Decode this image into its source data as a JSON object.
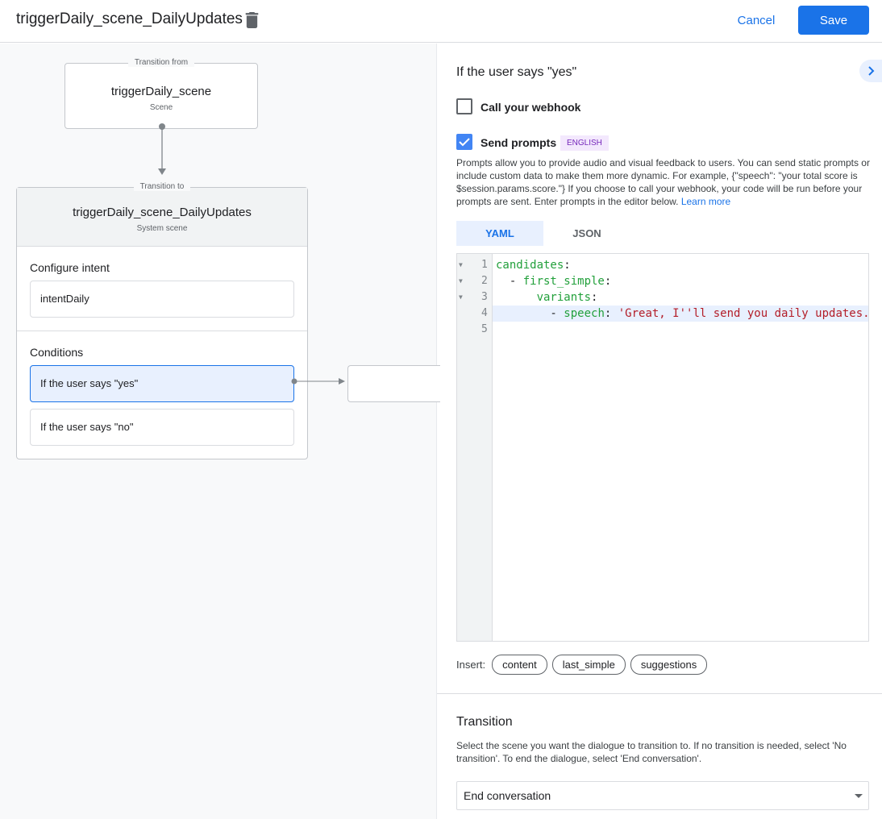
{
  "header": {
    "title": "triggerDaily_scene_DailyUpdates",
    "cancel": "Cancel",
    "save": "Save"
  },
  "canvas": {
    "from": {
      "legend": "Transition from",
      "name": "triggerDaily_scene",
      "type": "Scene"
    },
    "to": {
      "legend": "Transition to",
      "name": "triggerDaily_scene_DailyUpdates",
      "type": "System scene",
      "intent_label": "Configure intent",
      "intent": "intentDaily",
      "conditions_label": "Conditions",
      "conditions": [
        "If the user says \"yes\"",
        "If the user says \"no\""
      ]
    }
  },
  "panel": {
    "heading": "If the user says \"yes\"",
    "webhook": {
      "label": "Call your webhook",
      "checked": false
    },
    "prompts": {
      "label": "Send prompts",
      "checked": true,
      "badge": "ENGLISH",
      "desc": "Prompts allow you to provide audio and visual feedback to users. You can send static prompts or include custom data to make them more dynamic. For example, {\"speech\": \"your total score is $session.params.score.\"} If you choose to call your webhook, your code will be run before your prompts are sent. Enter prompts in the editor below.",
      "learn_more": "Learn more"
    },
    "tabs": [
      "YAML",
      "JSON"
    ],
    "active_tab": "YAML",
    "code": {
      "line_numbers": [
        "1",
        "2",
        "3",
        "4",
        "5"
      ]
    },
    "insert_label": "Insert:",
    "insert_chips": [
      "content",
      "last_simple",
      "suggestions"
    ],
    "transition": {
      "heading": "Transition",
      "desc": "Select the scene you want the dialogue to transition to. If no transition is needed, select 'No transition'. To end the dialogue, select 'End conversation'.",
      "value": "End conversation"
    }
  },
  "colors": {
    "accent": "#1a73e8",
    "badge_bg": "#f3e8fd",
    "badge_text": "#7627bb",
    "code_key": "#22a03b",
    "code_string": "#b31d28"
  }
}
